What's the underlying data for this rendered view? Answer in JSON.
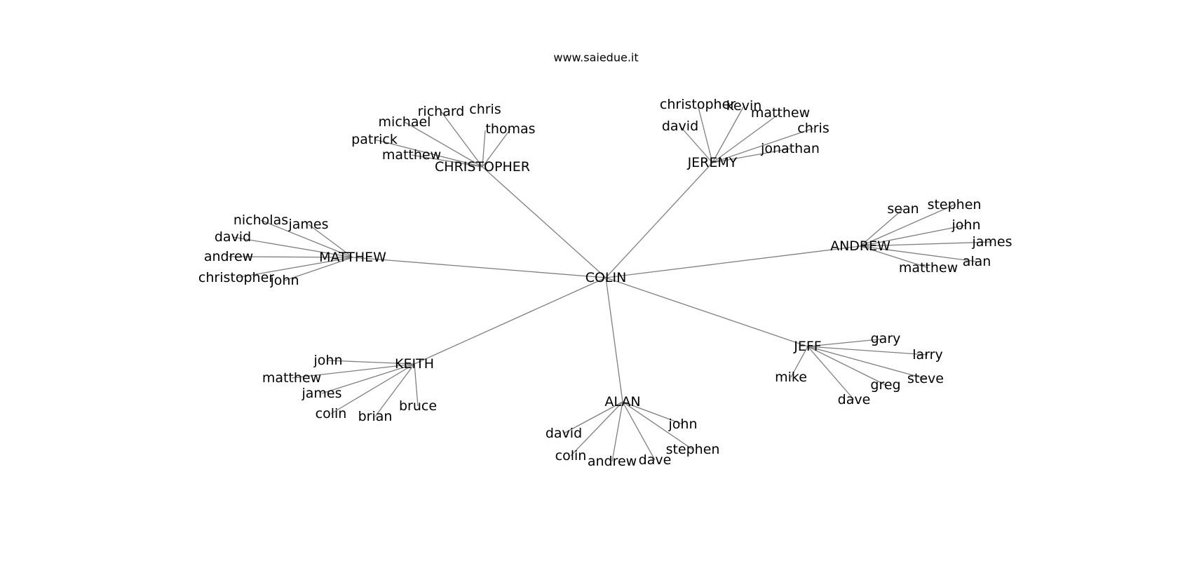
{
  "title": "www.saiedue.it",
  "graph": {
    "center": {
      "id": "COLIN",
      "label": "COLIN"
    },
    "groups": [
      {
        "id": "CHRISTOPHER",
        "label": "CHRISTOPHER",
        "leaves": [
          "richard",
          "chris",
          "michael",
          "thomas",
          "patrick",
          "matthew"
        ]
      },
      {
        "id": "JEREMY",
        "label": "JEREMY",
        "leaves": [
          "christopher",
          "kevin",
          "matthew",
          "david",
          "chris",
          "jonathan"
        ]
      },
      {
        "id": "ANDREW",
        "label": "ANDREW",
        "leaves": [
          "sean",
          "stephen",
          "john",
          "james",
          "alan",
          "matthew"
        ]
      },
      {
        "id": "MATTHEW",
        "label": "MATTHEW",
        "leaves": [
          "nicholas",
          "james",
          "david",
          "andrew",
          "christopher",
          "john"
        ]
      },
      {
        "id": "KEITH",
        "label": "KEITH",
        "leaves": [
          "john",
          "matthew",
          "james",
          "colin",
          "brian",
          "bruce"
        ]
      },
      {
        "id": "ALAN",
        "label": "ALAN",
        "leaves": [
          "john",
          "david",
          "stephen",
          "colin",
          "andrew",
          "dave"
        ]
      },
      {
        "id": "JEFF",
        "label": "JEFF",
        "leaves": [
          "gary",
          "larry",
          "mike",
          "steve",
          "greg",
          "dave"
        ]
      }
    ]
  }
}
